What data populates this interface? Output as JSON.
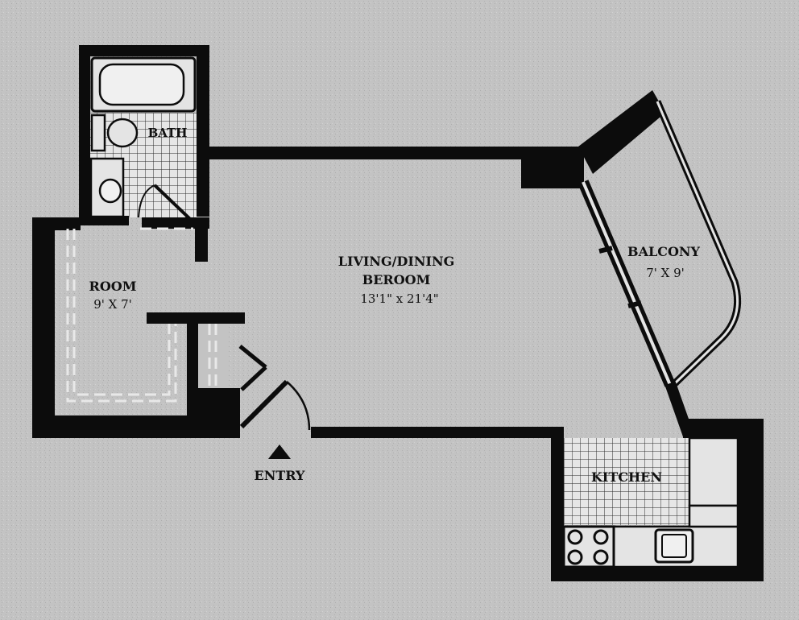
{
  "rooms": {
    "bath": {
      "name": "BATH"
    },
    "room": {
      "name": "ROOM",
      "size": "9' X 7'"
    },
    "living": {
      "name_line1": "LIVING/DINING",
      "name_line2": "BEROOM",
      "size": "13'1\" x 21'4\""
    },
    "balcony": {
      "name": "BALCONY",
      "size": "7' X 9'"
    },
    "kitchen": {
      "name": "KITCHEN"
    }
  },
  "entry": {
    "label": "ENTRY"
  },
  "colors": {
    "background": "#c3c3c3",
    "wall": "#0c0c0c",
    "fixture": "#e4e4e4",
    "tile_line": "#2a2a2a"
  }
}
